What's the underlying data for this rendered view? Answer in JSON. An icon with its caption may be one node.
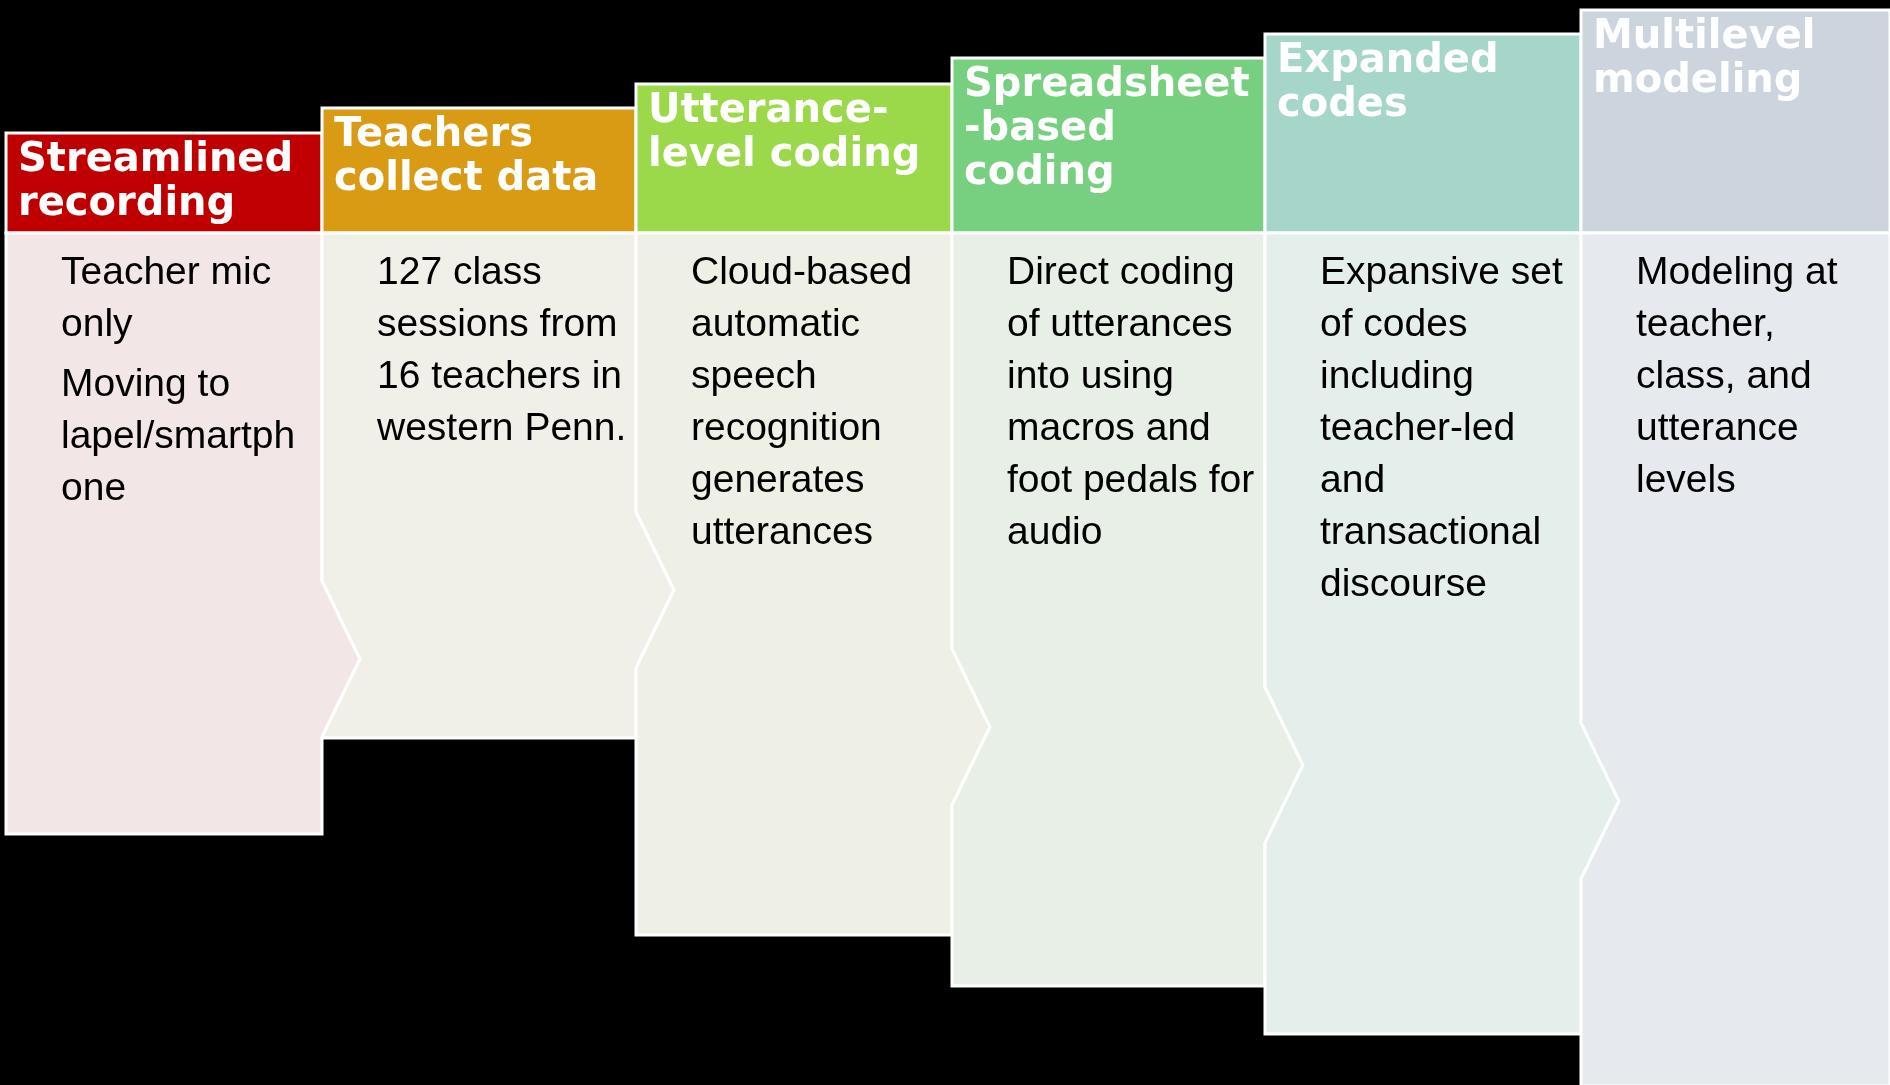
{
  "diagram": {
    "nodes": [
      {
        "text": [
          "Streamlined recording",
          "Teacher mic only",
          "Moving to lapel/smartphone"
        ]
      },
      {
        "text": [
          "Teachers collect data",
          "127 class sessions from 16 teachers in western Penn."
        ]
      },
      {
        "text": [
          "Utterance-level coding",
          "Cloud-based automatic speech recognition generates utterances"
        ]
      },
      {
        "text": [
          "Spreadsheet-based coding",
          "Direct coding of utterances into using macros and foot pedals for audio"
        ]
      },
      {
        "text": [
          "Expanded codes",
          "Expansive set of codes including teacher-led and transactional discourse"
        ]
      },
      {
        "text": [
          "Multilevel modeling",
          "Modeling at teacher, class, and utterance levels"
        ]
      }
    ]
  }
}
